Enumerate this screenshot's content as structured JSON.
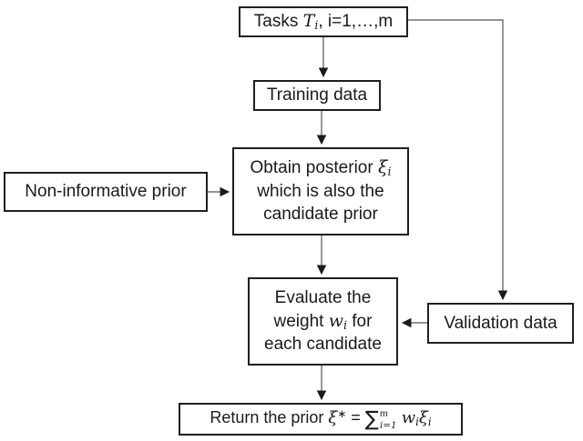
{
  "diagram": {
    "colors": {
      "background": "#ffffff",
      "box_border": "#1f1f1f",
      "text": "#1a1a1a",
      "connector_line": "#6e6e6e",
      "arrowhead": "#1a1a1a"
    },
    "nodes": {
      "tasks": {
        "pre": "Tasks ",
        "var": "T",
        "var_sub": "i",
        "post": ", i=1,…,m"
      },
      "training": {
        "label": "Training data"
      },
      "posterior": {
        "line1_pre": "Obtain posterior ",
        "var": "ξ",
        "var_sub": "i",
        "line2": "which is also the",
        "line3": "candidate prior"
      },
      "noninformative": {
        "label": "Non-informative prior"
      },
      "evaluate": {
        "line1": "Evaluate the",
        "line2_pre": "weight ",
        "var": "w",
        "var_sub": "i",
        "line2_post": " for",
        "line3": "each candidate"
      },
      "validation": {
        "label": "Validation data"
      },
      "return_node": {
        "pre": "Return the prior ",
        "xi": "ξ",
        "xi_sup": "∗",
        "equals": " = ",
        "sigma": "∑",
        "sum_sup": "m",
        "sum_sub": "i=1",
        "w": "w",
        "w_sub": "i",
        "xi2": "ξ",
        "xi2_sub": "i"
      }
    },
    "edges": [
      {
        "from": "tasks",
        "to": "training"
      },
      {
        "from": "tasks",
        "to": "validation"
      },
      {
        "from": "training",
        "to": "posterior"
      },
      {
        "from": "noninformative",
        "to": "posterior"
      },
      {
        "from": "posterior",
        "to": "evaluate"
      },
      {
        "from": "validation",
        "to": "evaluate"
      },
      {
        "from": "evaluate",
        "to": "return_node"
      }
    ]
  }
}
